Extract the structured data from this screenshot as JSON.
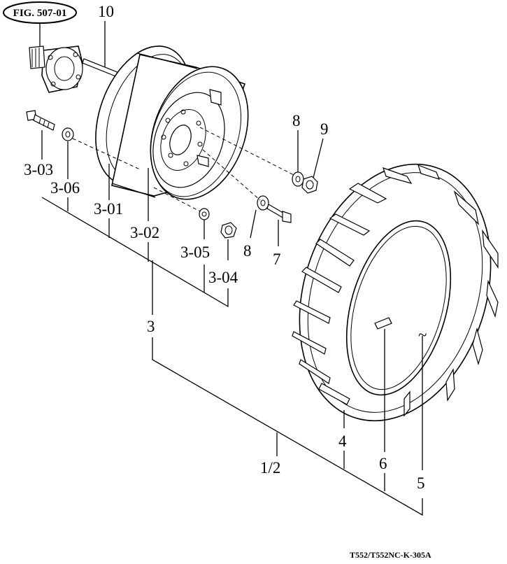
{
  "figure_ref": "FIG. 507-01",
  "drawing_code": "T552/T552NC-K-305A",
  "callouts": {
    "c10": "10",
    "c3_03": "3-03",
    "c3_06": "3-06",
    "c3_01": "3-01",
    "c3_02": "3-02",
    "c3_05": "3-05",
    "c3_04": "3-04",
    "c8a": "8",
    "c9": "9",
    "c8b": "8",
    "c7": "7",
    "c3": "3",
    "c4": "4",
    "c6": "6",
    "c5": "5",
    "c1_2": "1/2"
  }
}
